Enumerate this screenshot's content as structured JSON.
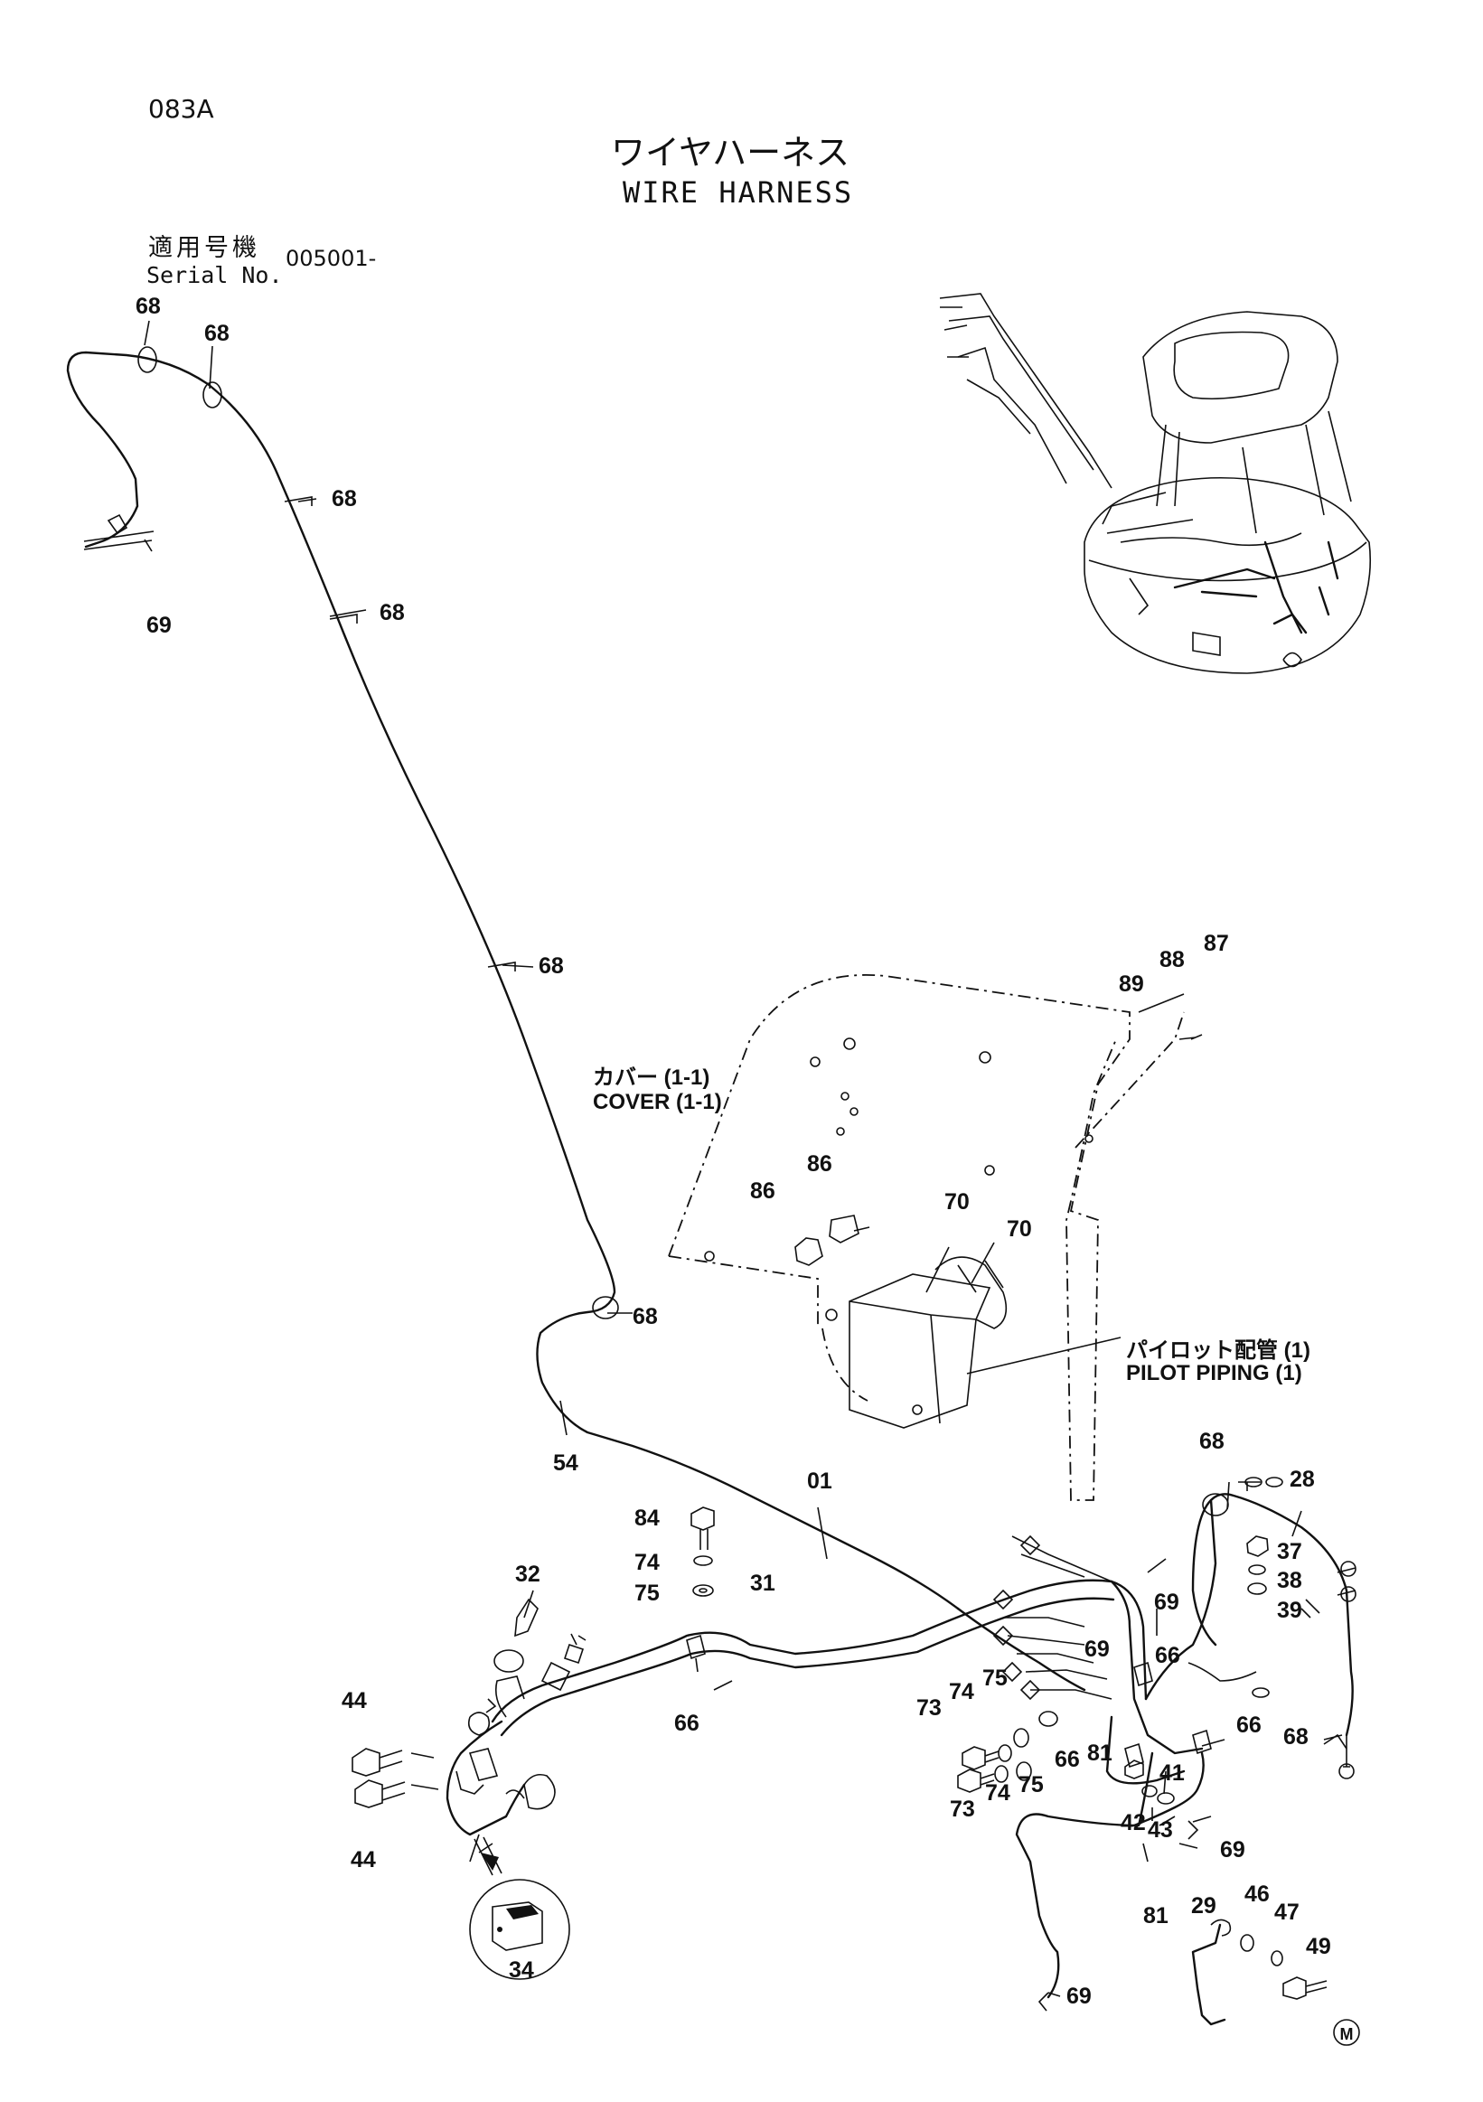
{
  "header": {
    "page_code": "083A",
    "title_jp": "ワイヤハーネス",
    "title_en": "WIRE HARNESS",
    "serial_label_jp": "適用号機",
    "serial_label_en": "Serial No.",
    "serial_value": "005001-"
  },
  "notes": {
    "cover_jp": "カバー (1-1)",
    "cover_en": "COVER (1-1)",
    "pilot_jp": "パイロット配管 (1)",
    "pilot_en": "PILOT PIPING (1)"
  },
  "callouts": [
    {
      "id": "c1",
      "label": "68"
    },
    {
      "id": "c2",
      "label": "68"
    },
    {
      "id": "c3",
      "label": "68"
    },
    {
      "id": "c4",
      "label": "68"
    },
    {
      "id": "c5",
      "label": "69"
    },
    {
      "id": "c6",
      "label": "68"
    },
    {
      "id": "c7",
      "label": "87"
    },
    {
      "id": "c8",
      "label": "88"
    },
    {
      "id": "c9",
      "label": "89"
    },
    {
      "id": "c10",
      "label": "86"
    },
    {
      "id": "c11",
      "label": "86"
    },
    {
      "id": "c12",
      "label": "70"
    },
    {
      "id": "c13",
      "label": "70"
    },
    {
      "id": "c14",
      "label": "68"
    },
    {
      "id": "c15",
      "label": "54"
    },
    {
      "id": "c16",
      "label": "01"
    },
    {
      "id": "c17",
      "label": "68"
    },
    {
      "id": "c18",
      "label": "28"
    },
    {
      "id": "c19",
      "label": "84"
    },
    {
      "id": "c20",
      "label": "74"
    },
    {
      "id": "c21",
      "label": "75"
    },
    {
      "id": "c22",
      "label": "31"
    },
    {
      "id": "c23",
      "label": "32"
    },
    {
      "id": "c24",
      "label": "37"
    },
    {
      "id": "c25",
      "label": "38"
    },
    {
      "id": "c26",
      "label": "39"
    },
    {
      "id": "c27",
      "label": "69"
    },
    {
      "id": "c28",
      "label": "69"
    },
    {
      "id": "c29",
      "label": "66"
    },
    {
      "id": "c30",
      "label": "66"
    },
    {
      "id": "c31",
      "label": "66"
    },
    {
      "id": "c32",
      "label": "68"
    },
    {
      "id": "c33",
      "label": "44"
    },
    {
      "id": "c34",
      "label": "44"
    },
    {
      "id": "c35",
      "label": "73"
    },
    {
      "id": "c36",
      "label": "74"
    },
    {
      "id": "c37",
      "label": "75"
    },
    {
      "id": "c38",
      "label": "73"
    },
    {
      "id": "c39",
      "label": "74"
    },
    {
      "id": "c40",
      "label": "75"
    },
    {
      "id": "c41",
      "label": "66"
    },
    {
      "id": "c42",
      "label": "81"
    },
    {
      "id": "c43",
      "label": "41"
    },
    {
      "id": "c44",
      "label": "42"
    },
    {
      "id": "c45",
      "label": "43"
    },
    {
      "id": "c46",
      "label": "69"
    },
    {
      "id": "c47",
      "label": "81"
    },
    {
      "id": "c48",
      "label": "29"
    },
    {
      "id": "c49",
      "label": "46"
    },
    {
      "id": "c50",
      "label": "47"
    },
    {
      "id": "c51",
      "label": "49"
    },
    {
      "id": "c52",
      "label": "69"
    },
    {
      "id": "c53",
      "label": "34"
    }
  ],
  "corner_mark": "M"
}
